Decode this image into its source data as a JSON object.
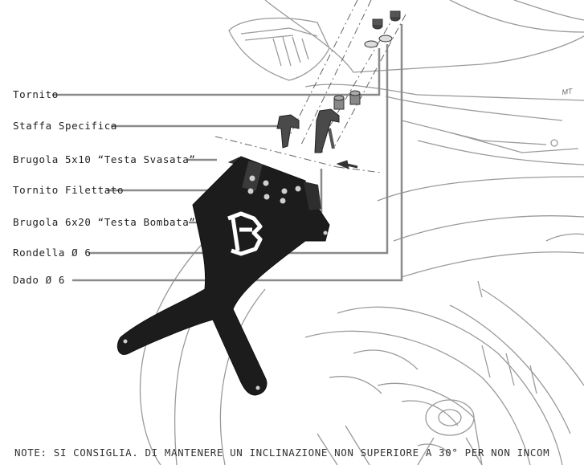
{
  "labels": [
    {
      "id": "tornito",
      "text": "Tornito"
    },
    {
      "id": "staffa",
      "text": "Staffa Specifica"
    },
    {
      "id": "brugola-5x10",
      "text": "Brugola 5x10 “Testa Svasata”"
    },
    {
      "id": "tornito-filettato",
      "text": "Tornito Filettato"
    },
    {
      "id": "brugola-6x20",
      "text": "Brugola 6x20 “Testa Bombata”"
    },
    {
      "id": "rondella",
      "text": "Rondella Ø 6"
    },
    {
      "id": "dado",
      "text": "Dado Ø 6"
    }
  ],
  "note": "NOTE: SI CONSIGLIA. DI MANTENERE UN INCLINAZIONE NON SUPERIORE A 30° PER NON INCOM",
  "fender_text": "MT",
  "colors": {
    "leader": "#8a8a8a",
    "sketch": "#9a9a9a",
    "part": "#222222",
    "logo": "#ffffff"
  }
}
